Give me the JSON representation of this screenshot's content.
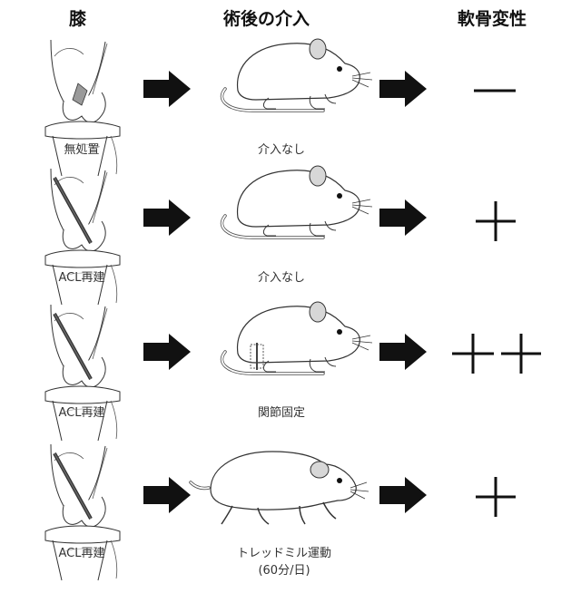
{
  "headers": {
    "knee": "膝",
    "intervention": "術後の介入",
    "degeneration": "軟骨変性"
  },
  "rows": [
    {
      "knee_label": "無処置",
      "intervention_label": "介入なし",
      "intervention_label_2": "",
      "result": "−"
    },
    {
      "knee_label": "ACL再建",
      "intervention_label": "介入なし",
      "intervention_label_2": "",
      "result": "+"
    },
    {
      "knee_label": "ACL再建",
      "intervention_label": "関節固定",
      "intervention_label_2": "",
      "result": "++"
    },
    {
      "knee_label": "ACL再建",
      "intervention_label": "トレッドミル運動",
      "intervention_label_2": "(60分/日)",
      "result": "+"
    }
  ],
  "colors": {
    "ink": "#111111",
    "line": "#333333",
    "ear": "#d7d7d7",
    "tissue": "#9a9a9a"
  }
}
